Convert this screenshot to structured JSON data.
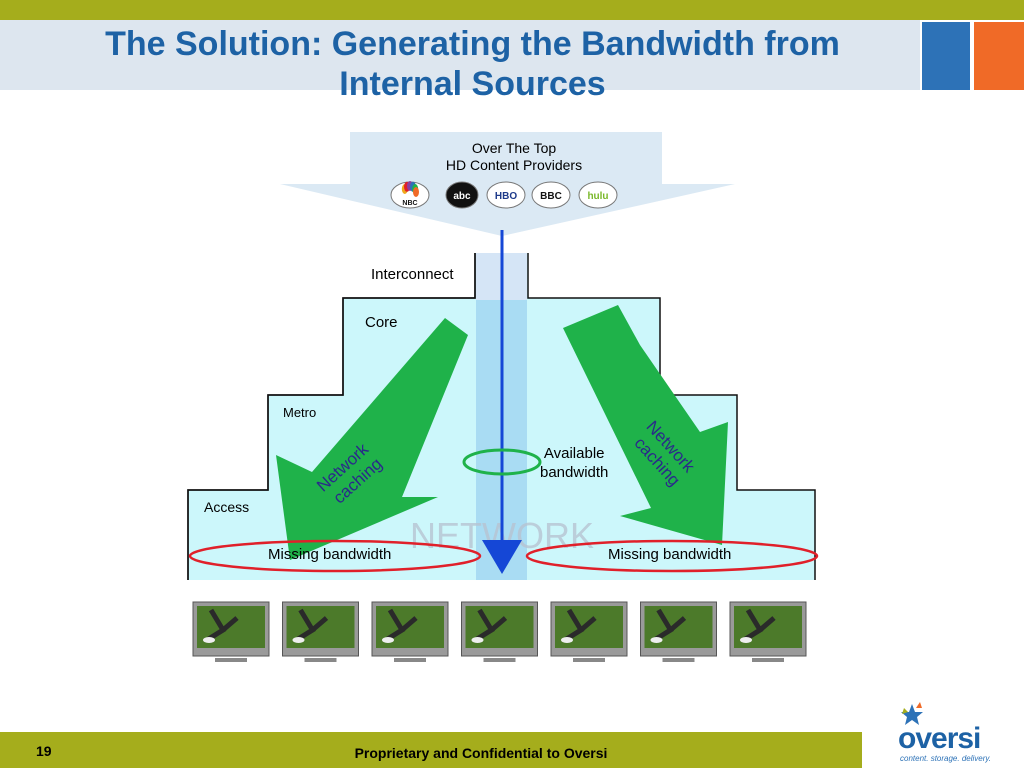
{
  "header": {
    "title_line1": "The Solution: Generating the Bandwidth from",
    "title_line2": "Internal Sources"
  },
  "providers": {
    "heading_line1": "Over The Top",
    "heading_line2": "HD Content Providers",
    "logos": [
      "NBC",
      "abc",
      "HBO",
      "BBC",
      "hulu"
    ]
  },
  "network": {
    "watermark": "NETWORK",
    "tiers": [
      "Interconnect",
      "Core",
      "Metro",
      "Access"
    ],
    "left_arrow_label": [
      "Network",
      "caching"
    ],
    "right_arrow_label": [
      "Network",
      "caching"
    ],
    "available_label": [
      "Available",
      "bandwidth"
    ],
    "missing_left": "Missing bandwidth",
    "missing_right": "Missing bandwidth",
    "tv_count": 7
  },
  "colors": {
    "olive_bar": "#a5ad1c",
    "title_blue": "#1d62a5",
    "network_fill": "#ccf7fb",
    "caching_green": "#1fb24a",
    "flow_blue": "#1547d6",
    "ellipse_red": "#e0202a"
  },
  "footer": {
    "page_number": "19",
    "confidential": "Proprietary and Confidential to Oversi"
  },
  "logo": {
    "word": "oversi",
    "tagline": "content. storage. delivery."
  }
}
